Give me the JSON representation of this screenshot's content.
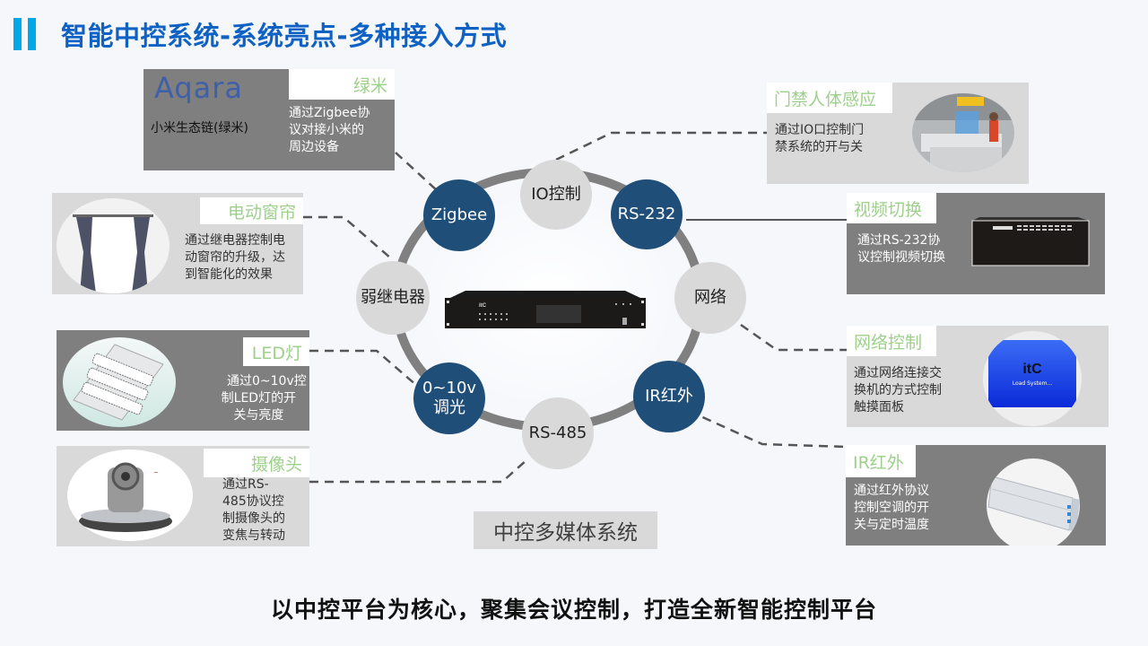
{
  "header": {
    "title": "智能中控系统-系统亮点-多种接入方式"
  },
  "center": {
    "device_brand": "itC",
    "caption": "中控多媒体系统"
  },
  "nodes": [
    {
      "id": "zigbee",
      "label": "Zigbee",
      "style": "blue"
    },
    {
      "id": "io",
      "label": "IO控制",
      "style": "grey"
    },
    {
      "id": "rs232",
      "label": "RS-232",
      "style": "blue"
    },
    {
      "id": "network",
      "label": "网络",
      "style": "grey"
    },
    {
      "id": "ir",
      "label": "IR红外",
      "style": "blue"
    },
    {
      "id": "rs485",
      "label": "RS-485",
      "style": "grey"
    },
    {
      "id": "dimming",
      "label_line1": "0~10v",
      "label_line2": "调光",
      "style": "blue"
    },
    {
      "id": "relay",
      "label": "弱继电器",
      "style": "grey"
    }
  ],
  "cards": {
    "aqara": {
      "logo": "Aqara",
      "subtitle": "小米生态链(绿米)",
      "label": "绿米",
      "desc": [
        "通过Zigbee协",
        "议对接小米的",
        "周边设备"
      ]
    },
    "curtain": {
      "label": "电动窗帘",
      "desc": [
        "通过继电器控制电",
        "动窗帘的升级，达",
        "到智能化的效果"
      ]
    },
    "led": {
      "label": "LED灯",
      "desc": [
        "通过0~10v控",
        "制LED灯的开",
        "关与亮度"
      ]
    },
    "camera": {
      "label": "摄像头",
      "desc": [
        "通过RS-",
        "485协议控",
        "制摄像头的",
        "变焦与转动"
      ]
    },
    "access": {
      "label": "门禁人体感应",
      "desc": [
        "通过IO口控制门",
        "禁系统的开与关"
      ]
    },
    "video": {
      "label": "视频切换",
      "desc": [
        "通过RS-232协",
        "议控制视频切换"
      ]
    },
    "netctrl": {
      "label": "网络控制",
      "desc": [
        "通过网络连接交",
        "换机的方式控制",
        "触摸面板"
      ],
      "screen_brand": "itC",
      "screen_text": "Load System..."
    },
    "infrared": {
      "label": "IR红外",
      "desc": [
        "通过红外协议",
        "控制空调的开",
        "关与定时温度"
      ]
    }
  },
  "footer": {
    "slogan": "以中控平台为核心，聚集会议控制，打造全新智能控制平台"
  },
  "colors": {
    "title": "#0f62c4",
    "title_mark": "#00a8e8",
    "node_blue": "#1f4e79",
    "node_grey": "#d9d9d9",
    "label_green": "#9dd08b",
    "card_dark": "#7f7f7f",
    "card_light": "#d9d9d9"
  }
}
